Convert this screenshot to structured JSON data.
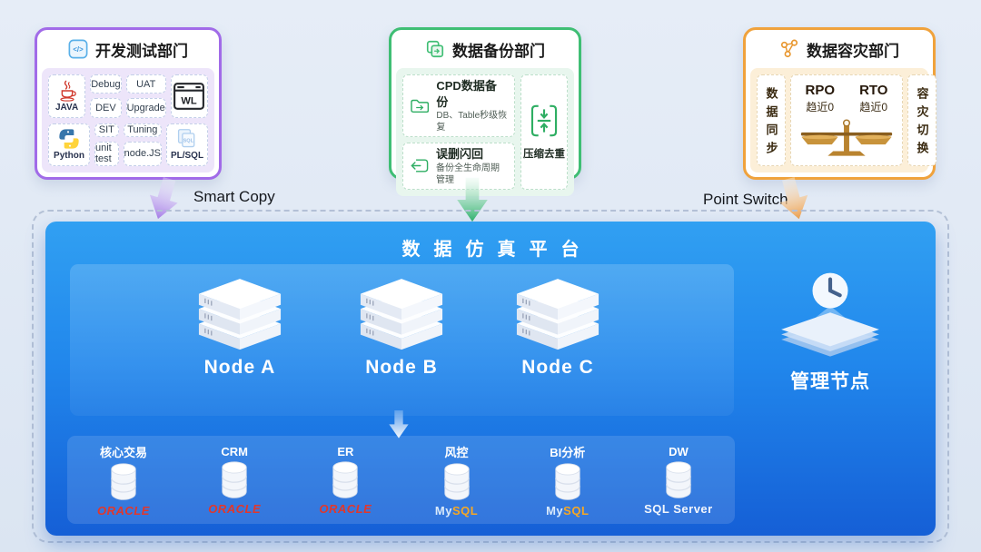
{
  "colors": {
    "dev_accent": "#A16BE8",
    "backup_accent": "#3FBE74",
    "dr_accent": "#F0A23C",
    "platform_blue_top": "#31A0F2",
    "platform_blue_bottom": "#155FD6",
    "oracle_red": "#E2372B",
    "mysql_orange": "#F6A824"
  },
  "dept_dev": {
    "title": "开发测试部门",
    "row1": {
      "left_icon_label": "JAVA",
      "chips": [
        "Debug",
        "UAT",
        "DEV",
        "Upgrade"
      ],
      "right_icon_inner": "WL"
    },
    "row2": {
      "left_icon_label": "Python",
      "chips": [
        "SIT",
        "Tuning",
        "unit test",
        "node.JS"
      ],
      "right_icon_inner": "SQL",
      "right_icon_label": "PL/SQL"
    }
  },
  "dept_backup": {
    "title": "数据备份部门",
    "items": [
      {
        "title": "CPD数据备份",
        "subtitle": "DB、Table秒级恢复"
      },
      {
        "title": "误删闪回",
        "subtitle": "备份全生命周期管理"
      }
    ],
    "side_item": {
      "title": "压缩去重"
    }
  },
  "dept_dr": {
    "title": "数据容灾部门",
    "left_vertical": "数据同步",
    "metrics": [
      {
        "name": "RPO",
        "value": "趋近0"
      },
      {
        "name": "RTO",
        "value": "趋近0"
      }
    ],
    "right_vertical": "容灾切换"
  },
  "flow_labels": {
    "smart_copy": "Smart Copy",
    "point_switch": "Point Switch"
  },
  "platform": {
    "title": "数据仿真平台",
    "nodes": [
      {
        "label": "Node A"
      },
      {
        "label": "Node B"
      },
      {
        "label": "Node C"
      }
    ],
    "mgmt": {
      "label": "管理节点"
    },
    "databases": [
      {
        "app": "核心交易",
        "db1": "ORACLE",
        "db2": ""
      },
      {
        "app": "CRM",
        "db1": "ORACLE",
        "db2": ""
      },
      {
        "app": "ER",
        "db1": "ORACLE",
        "db2": ""
      },
      {
        "app": "风控",
        "db1": "My",
        "db2": "SQL"
      },
      {
        "app": "BI分析",
        "db1": "My",
        "db2": "SQL"
      },
      {
        "app": "DW",
        "db1": "SQL Server",
        "db2": ""
      }
    ]
  }
}
